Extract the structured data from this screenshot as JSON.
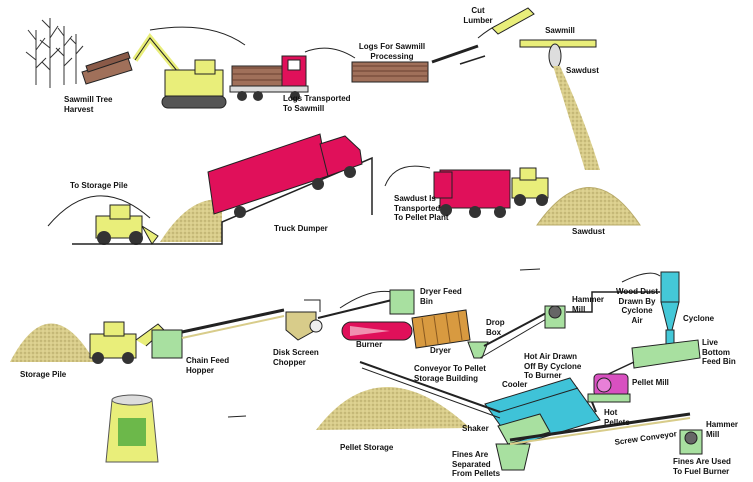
{
  "labels": {
    "cut_lumber": "Cut\nLumber",
    "sawmill": "Sawmill",
    "sawdust_top": "Sawdust",
    "logs_processing": "Logs For Sawmill\nProcessing",
    "sawmill_tree_harvest": "Sawmill Tree\nHarvest",
    "logs_transported": "Logs Transported\nTo Sawmill",
    "to_storage_pile": "To Storage Pile",
    "truck_dumper": "Truck Dumper",
    "sawdust_transported": "Sawdust Is\nTransported\nTo Pellet Plant",
    "sawdust_pile": "Sawdust",
    "storage_pile": "Storage Pile",
    "chain_feed_hopper": "Chain Feed\nHopper",
    "disk_screen_chopper": "Disk Screen\nChopper",
    "burner": "Burner",
    "dryer": "Dryer",
    "dryer_feed_bin": "Dryer Feed\nBin",
    "drop_box": "Drop\nBox",
    "hammer_mill_1": "Hammer\nMill",
    "wood_dust": "Wood Dust\nDrawn By\nCyclone\nAir",
    "cyclone": "Cyclone",
    "live_bottom_feed_bin": "Live\nBottom\nFeed Bin",
    "hot_air": "Hot Air Drawn\nOff By Cyclone\nTo Burner",
    "conveyor_storage": "Conveyor To Pellet\nStorage Building",
    "cooler": "Cooler",
    "pellet_mill": "Pellet Mill",
    "hot_pellets": "Hot\nPellets",
    "shaker": "Shaker",
    "pellet_storage": "Pellet Storage",
    "screw_conveyor": "Screw Conveyor",
    "hammer_mill_2": "Hammer\nMill",
    "fines_separated": "Fines Are\nSeparated\nFrom Pellets",
    "fines_burner": "Fines Are Used\nTo Fuel Burner"
  },
  "colors": {
    "sawdust": "#d8cc8a",
    "sawdust_dark": "#b9ab6a",
    "machine_yellow": "#e9ee7a",
    "truck_red": "#e0105a",
    "bin_green": "#a8e0a0",
    "cooler_blue": "#3fc3d8",
    "cyclone_blue": "#44c8d8",
    "pellet_mill_purple": "#d850c0",
    "dryer_orange": "#d89a40",
    "log_brown": "#a0705a",
    "line": "#222222"
  }
}
